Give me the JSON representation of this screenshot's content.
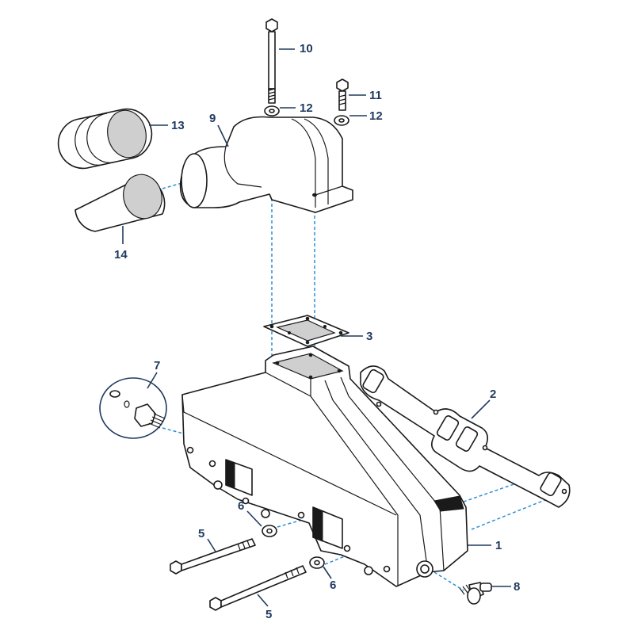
{
  "colors": {
    "callout": "#1f3a5f",
    "guide": "#2a8fd6",
    "outline": "#1a1a1a",
    "shading": "#cfcfcf"
  },
  "callouts": [
    {
      "id": "c10",
      "label": "10"
    },
    {
      "id": "c11",
      "label": "11"
    },
    {
      "id": "c12a",
      "label": "12"
    },
    {
      "id": "c12b",
      "label": "12"
    },
    {
      "id": "c13",
      "label": "13"
    },
    {
      "id": "c9",
      "label": "9"
    },
    {
      "id": "c14",
      "label": "14"
    },
    {
      "id": "c3",
      "label": "3"
    },
    {
      "id": "c7",
      "label": "7"
    },
    {
      "id": "c2",
      "label": "2"
    },
    {
      "id": "c6a",
      "label": "6"
    },
    {
      "id": "c1",
      "label": "1"
    },
    {
      "id": "c5a",
      "label": "5"
    },
    {
      "id": "c6b",
      "label": "6"
    },
    {
      "id": "c8",
      "label": "8"
    },
    {
      "id": "c5b",
      "label": "5"
    }
  ]
}
